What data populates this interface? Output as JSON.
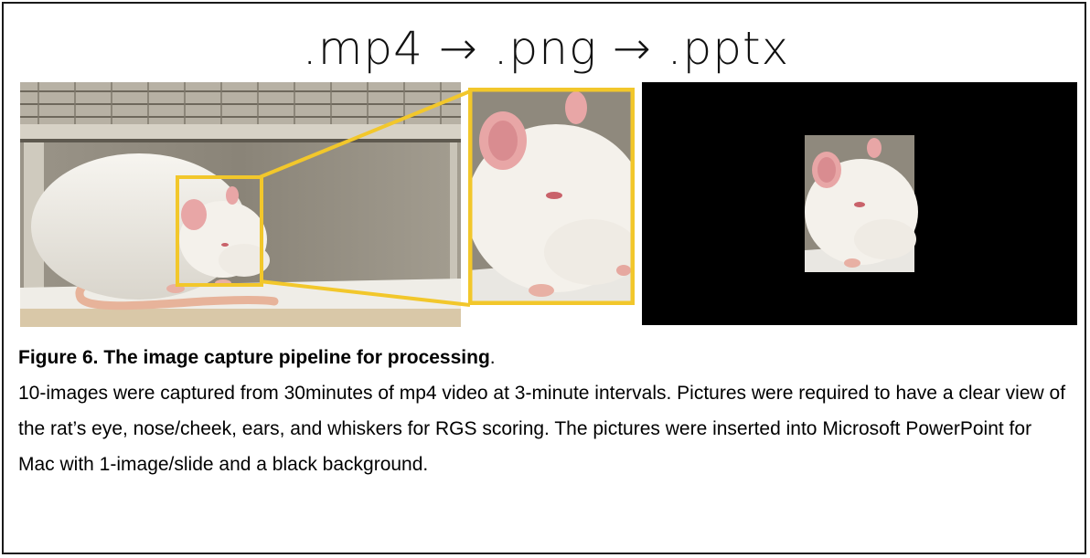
{
  "figure": {
    "pipeline_title": ".mp4 → .png → .pptx",
    "caption_title": "Figure 6. The image capture pipeline for processing",
    "caption_title_period": ".",
    "caption_body": "10-images were captured from 30minutes of mp4 video at 3-minute intervals. Pictures were required to have a clear view of the rat’s eye, nose/cheek, ears, and whiskers for RGS scoring. The pictures were inserted into Microsoft PowerPoint for Mac with 1-image/slide and a black background."
  },
  "panels": [
    {
      "name": "mp4-video-frame",
      "content": "rat-in-cage-photo"
    },
    {
      "name": "png-cropped-face",
      "content": "rat-face-closeup-photo"
    },
    {
      "name": "pptx-slide",
      "content": "rat-face-on-black-slide"
    }
  ],
  "colors": {
    "highlight": "#F2C72B",
    "slide_background": "#000000",
    "rat_fur": "#F1EEE8",
    "ear_pink": "#E8A6A6"
  }
}
